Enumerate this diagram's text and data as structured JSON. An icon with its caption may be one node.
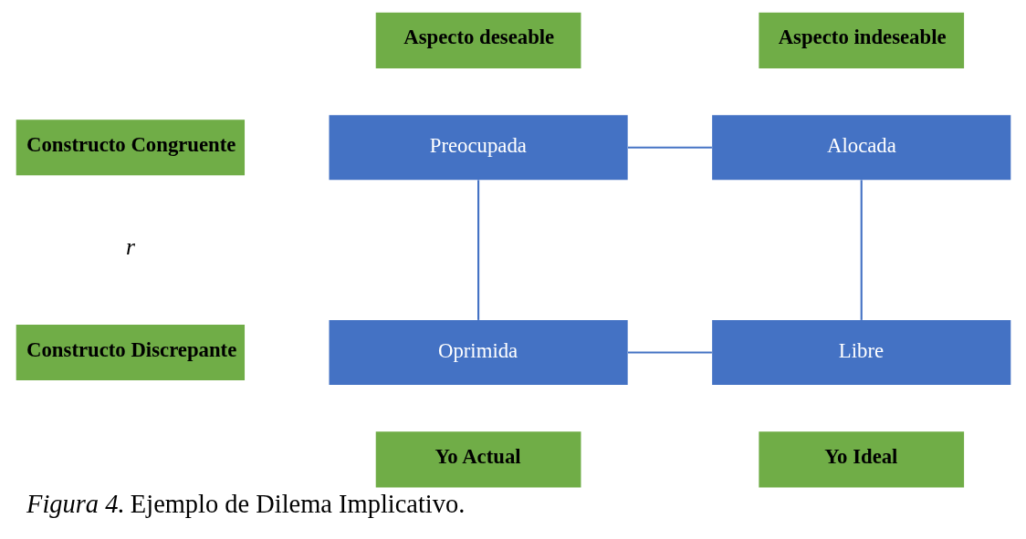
{
  "diagram": {
    "caption": "*Figura 4.* Ejemplo de Dilema Implicativo.",
    "nodes": [
      {
        "text": [
          "Aspecto deseable"
        ]
      },
      {
        "text": [
          "Aspecto indeseable"
        ]
      },
      {
        "text": [
          "Constructo Congruente"
        ]
      },
      {
        "text": [
          "Preocupada"
        ]
      },
      {
        "text": [
          "Alocada"
        ]
      },
      {
        "text": [
          "Constructo Discrepante"
        ]
      },
      {
        "text": [
          "Oprimida"
        ]
      },
      {
        "text": [
          "Libre"
        ]
      },
      {
        "text": [
          "Yo Actual"
        ]
      },
      {
        "text": [
          "Yo Ideal"
        ]
      }
    ],
    "edges": [
      {
        "from": 3,
        "to": 4,
        "arrow": "none"
      },
      {
        "from": 3,
        "to": 6,
        "arrow": "none"
      },
      {
        "from": 4,
        "to": 7,
        "arrow": "none"
      },
      {
        "from": 6,
        "to": 7,
        "arrow": "none"
      }
    ],
    "labels": [
      "r"
    ]
  }
}
